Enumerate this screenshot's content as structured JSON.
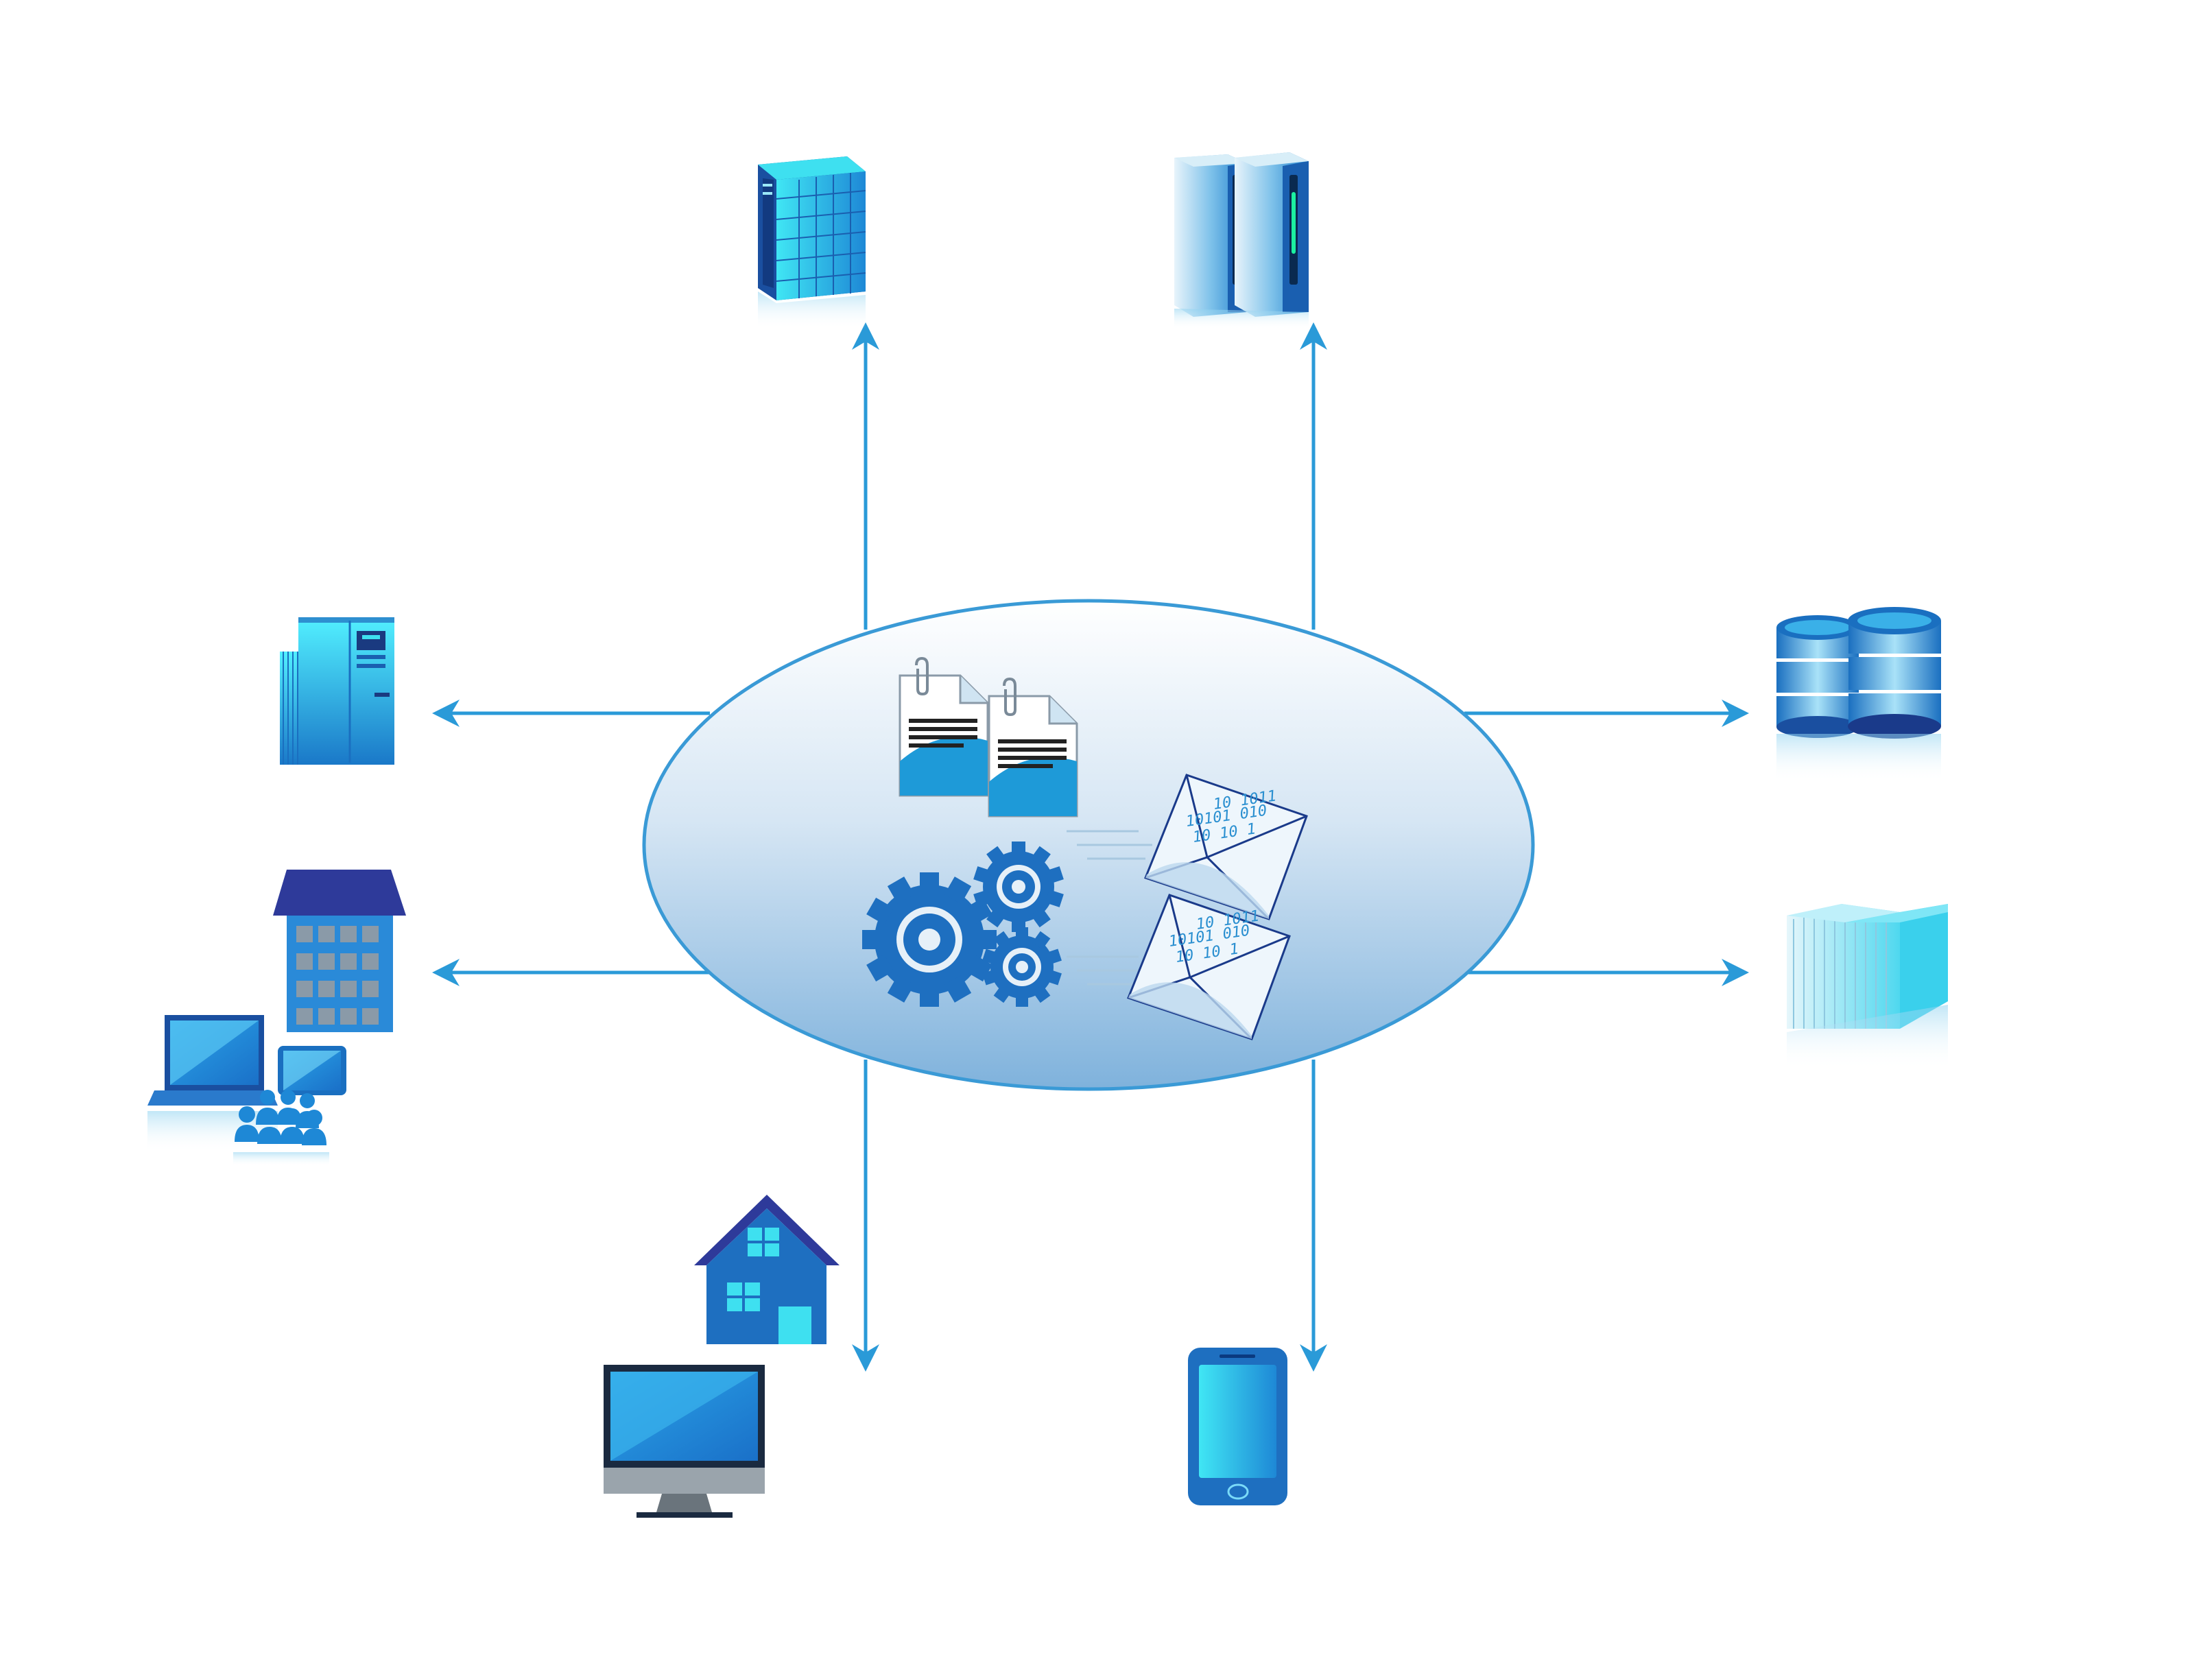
{
  "diagram": {
    "hub": {
      "icon": "central-processing-hub",
      "contents": [
        "document-icon",
        "document-icon",
        "gears-icon",
        "email-envelope-icon",
        "email-envelope-icon"
      ],
      "envelope_text": [
        "10 1011",
        "10101 010",
        "10 10 1"
      ]
    },
    "nodes": [
      {
        "id": "server-tower",
        "icon": "server-tower-icon"
      },
      {
        "id": "server-rack-pair",
        "icon": "server-rack-icon"
      },
      {
        "id": "mainframe",
        "icon": "mainframe-server-icon"
      },
      {
        "id": "database",
        "icon": "database-icon"
      },
      {
        "id": "office",
        "icon": "office-building-icon",
        "extras": [
          "laptop-icon",
          "tablet-icon",
          "users-group-icon"
        ]
      },
      {
        "id": "data-center",
        "icon": "data-center-icon"
      },
      {
        "id": "home",
        "icon": "house-icon",
        "extras": [
          "desktop-monitor-icon"
        ]
      },
      {
        "id": "mobile",
        "icon": "smartphone-icon"
      }
    ],
    "colors": {
      "arrow": "#2a9ad8",
      "hub_fill_top": "#ffffff",
      "hub_fill_bottom": "#7fb2dc",
      "hub_stroke": "#3a9ad6",
      "icon_dark": "#1a4fa0",
      "icon_mid": "#1e88d6",
      "icon_light": "#3ee0f0",
      "gear": "#1e6fc0",
      "roof": "#2e3a9a"
    }
  }
}
